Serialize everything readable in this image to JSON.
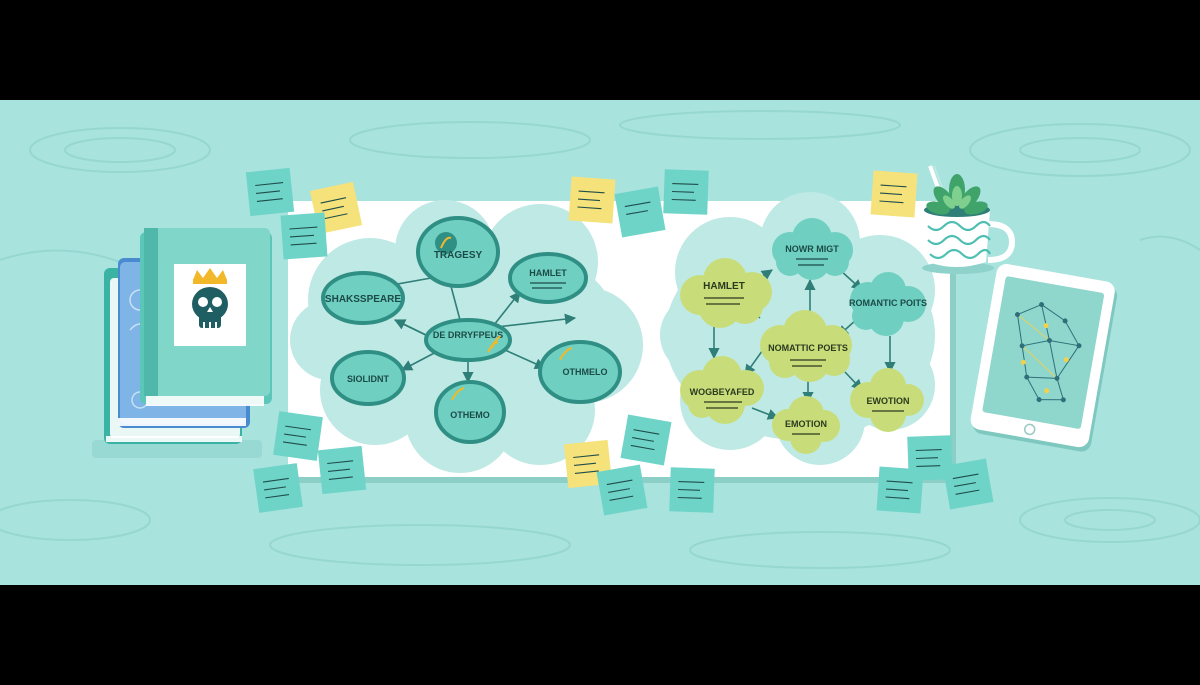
{
  "palette": {
    "background": "#a8e3de",
    "board": "#ffffff",
    "teal_cloud": "#bfe9e4",
    "green_cloud": "#c8dd7a",
    "node_fill": "#6fd0c2",
    "node_ring": "#2f8f84",
    "sticky_teal": "#6fd4c8",
    "sticky_yellow": "#f6e27a"
  },
  "left_map": {
    "center": "DE DRRYFPEUS",
    "nodes": {
      "tragedy": "TRAGESY",
      "hamlet": "HAMLET",
      "shakespeare": "SHAKSSPEARE",
      "othello_right": "OTHMELO",
      "soliloquy": "SIOLIDNT",
      "othello_bottom": "OTHEMO"
    }
  },
  "right_map": {
    "center": "NOMATTIC POETS",
    "nodes": {
      "hamlet": "HAMLET",
      "north": "NOWR MIGT",
      "romantic": "ROMANTIC POITS",
      "wordsworth": "WOGBEYAFED",
      "emotion_bottom": "EMOTION",
      "emotion_right": "EWOTION"
    }
  },
  "icons": {
    "book_cover": "skull-with-crown-icon",
    "plant": "succulent-plant-icon",
    "tablet": "network-graph-icon"
  }
}
